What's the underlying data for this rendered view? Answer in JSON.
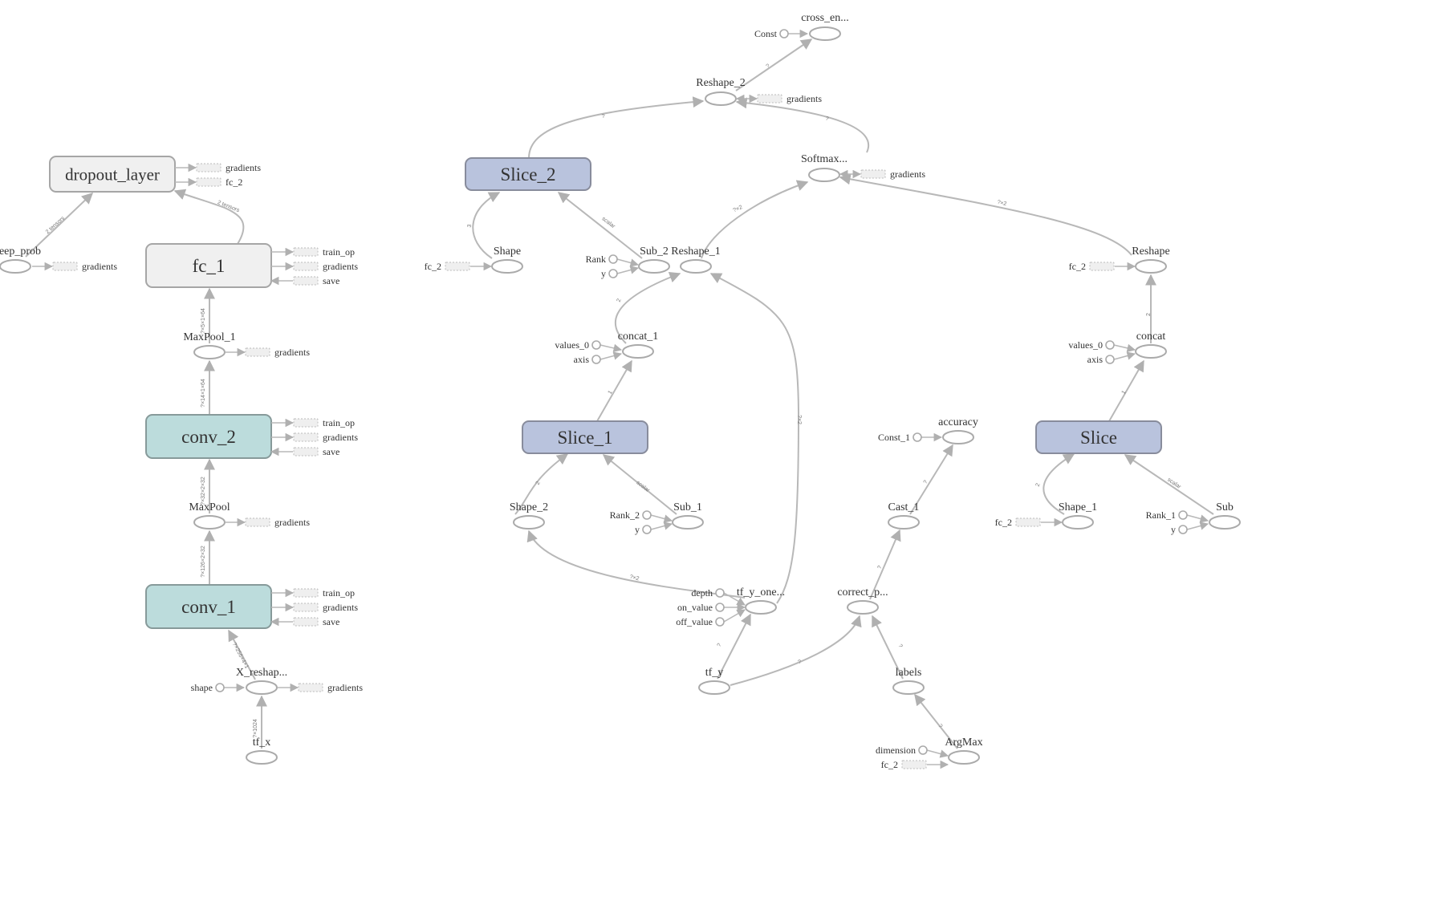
{
  "colors": {
    "edge": "#b8b8b8",
    "node_stroke": "#aaaaaa",
    "grey_fill": "#f0f0f0",
    "grey_stroke": "#a6a6a6",
    "teal_fill": "#bcdcdc",
    "teal_stroke": "#879a9a",
    "blue_fill": "#b9c3dd",
    "blue_stroke": "#888c9c",
    "stub_fill": "#efefef",
    "stub_stroke": "#bbbbbb",
    "text": "#333333"
  },
  "meta_nodes": [
    {
      "id": "dropout",
      "label": "dropout_layer",
      "style": "grey"
    },
    {
      "id": "fc1",
      "label": "fc_1",
      "style": "grey"
    },
    {
      "id": "conv2",
      "label": "conv_2",
      "style": "teal"
    },
    {
      "id": "conv1",
      "label": "conv_1",
      "style": "teal"
    },
    {
      "id": "slice2",
      "label": "Slice_2",
      "style": "blue"
    },
    {
      "id": "slice1",
      "label": "Slice_1",
      "style": "blue"
    },
    {
      "id": "slice",
      "label": "Slice",
      "style": "blue"
    }
  ],
  "op_nodes": [
    {
      "id": "keep_prob",
      "label": "eep_prob"
    },
    {
      "id": "maxpool1",
      "label": "MaxPool_1"
    },
    {
      "id": "maxpool",
      "label": "MaxPool"
    },
    {
      "id": "xreshape",
      "label": "X_reshap..."
    },
    {
      "id": "tfx",
      "label": "tf_x"
    },
    {
      "id": "crossen",
      "label": "cross_en..."
    },
    {
      "id": "reshape2",
      "label": "Reshape_2"
    },
    {
      "id": "softmax",
      "label": "Softmax..."
    },
    {
      "id": "shape",
      "label": "Shape"
    },
    {
      "id": "sub2",
      "label": "Sub_2"
    },
    {
      "id": "reshape1",
      "label": "Reshape_1"
    },
    {
      "id": "concat1",
      "label": "concat_1"
    },
    {
      "id": "shape2",
      "label": "Shape_2"
    },
    {
      "id": "sub1",
      "label": "Sub_1"
    },
    {
      "id": "tfyone",
      "label": "tf_y_one..."
    },
    {
      "id": "tfy",
      "label": "tf_y"
    },
    {
      "id": "accuracy",
      "label": "accuracy"
    },
    {
      "id": "cast1",
      "label": "Cast_1"
    },
    {
      "id": "correctp",
      "label": "correct_p..."
    },
    {
      "id": "labels",
      "label": "labels"
    },
    {
      "id": "argmax",
      "label": "ArgMax"
    },
    {
      "id": "reshape",
      "label": "Reshape"
    },
    {
      "id": "concat",
      "label": "concat"
    },
    {
      "id": "shape1",
      "label": "Shape_1"
    },
    {
      "id": "sub",
      "label": "Sub"
    }
  ],
  "const_inputs": [
    {
      "id": "c_const",
      "label": "Const"
    },
    {
      "id": "c_shape",
      "label": "shape"
    },
    {
      "id": "c_rank",
      "label": "Rank"
    },
    {
      "id": "c_y_a",
      "label": "y"
    },
    {
      "id": "c_values0_a",
      "label": "values_0"
    },
    {
      "id": "c_axis_a",
      "label": "axis"
    },
    {
      "id": "c_rank2",
      "label": "Rank_2"
    },
    {
      "id": "c_y_b",
      "label": "y"
    },
    {
      "id": "c_depth",
      "label": "depth"
    },
    {
      "id": "c_onvalue",
      "label": "on_value"
    },
    {
      "id": "c_offvalue",
      "label": "off_value"
    },
    {
      "id": "c_const1",
      "label": "Const_1"
    },
    {
      "id": "c_dimension",
      "label": "dimension"
    },
    {
      "id": "c_values0_b",
      "label": "values_0"
    },
    {
      "id": "c_axis_b",
      "label": "axis"
    },
    {
      "id": "c_rank1",
      "label": "Rank_1"
    },
    {
      "id": "c_y_c",
      "label": "y"
    }
  ],
  "stubs": [
    {
      "id": "s_dropout_grad",
      "label": "gradients"
    },
    {
      "id": "s_dropout_fc2",
      "label": "fc_2"
    },
    {
      "id": "s_keep_grad",
      "label": "gradients"
    },
    {
      "id": "s_fc1_train",
      "label": "train_op"
    },
    {
      "id": "s_fc1_grad",
      "label": "gradients"
    },
    {
      "id": "s_fc1_save",
      "label": "save"
    },
    {
      "id": "s_mp1_grad",
      "label": "gradients"
    },
    {
      "id": "s_conv2_train",
      "label": "train_op"
    },
    {
      "id": "s_conv2_grad",
      "label": "gradients"
    },
    {
      "id": "s_conv2_save",
      "label": "save"
    },
    {
      "id": "s_mp_grad",
      "label": "gradients"
    },
    {
      "id": "s_conv1_train",
      "label": "train_op"
    },
    {
      "id": "s_conv1_grad",
      "label": "gradients"
    },
    {
      "id": "s_conv1_save",
      "label": "save"
    },
    {
      "id": "s_xr_grad",
      "label": "gradients"
    },
    {
      "id": "s_r2_grad",
      "label": "gradients"
    },
    {
      "id": "s_sm_grad",
      "label": "gradients"
    },
    {
      "id": "s_shape_fc2",
      "label": "fc_2"
    },
    {
      "id": "s_reshape_fc2",
      "label": "fc_2"
    },
    {
      "id": "s_shape1_fc2",
      "label": "fc_2"
    },
    {
      "id": "s_argmax_fc2",
      "label": "fc_2"
    }
  ],
  "edge_labels": [
    {
      "id": "e_keep",
      "text": "2 tensors"
    },
    {
      "id": "e_fc1_drop",
      "text": "2 tensors"
    },
    {
      "id": "e_mp1_fc1",
      "text": "?×5×1×64"
    },
    {
      "id": "e_conv2_mp1",
      "text": "?×14×1×64"
    },
    {
      "id": "e_mp_conv2",
      "text": "?×32×2×32"
    },
    {
      "id": "e_conv1_mp",
      "text": "?×126×2×32"
    },
    {
      "id": "e_xr_conv1",
      "text": "?×256×4×1"
    },
    {
      "id": "e_tfx_xr",
      "text": "?×1024"
    },
    {
      "id": "e_r2_ce",
      "text": "?"
    },
    {
      "id": "e_s2_r2",
      "text": "?"
    },
    {
      "id": "e_sm_r2",
      "text": "?"
    },
    {
      "id": "e_r1_sm",
      "text": "?×2"
    },
    {
      "id": "e_reshape_sm",
      "text": "?×2"
    },
    {
      "id": "e_shape_s2",
      "text": "3"
    },
    {
      "id": "e_sub2_s2",
      "text": "scalar"
    },
    {
      "id": "e_c1_r1",
      "text": "2"
    },
    {
      "id": "e_s1_c1",
      "text": "1"
    },
    {
      "id": "e_sh2_s1",
      "text": "2"
    },
    {
      "id": "e_sub1_s1",
      "text": "scalar"
    },
    {
      "id": "e_tfyone_sh2",
      "text": "?×2"
    },
    {
      "id": "e_tfyone_r1",
      "text": "?×2"
    },
    {
      "id": "e_tfy_tfyone",
      "text": "?"
    },
    {
      "id": "e_tfy_cp",
      "text": "?"
    },
    {
      "id": "e_cast_acc",
      "text": "?"
    },
    {
      "id": "e_cp_cast",
      "text": "?"
    },
    {
      "id": "e_lab_cp",
      "text": "?"
    },
    {
      "id": "e_am_lab",
      "text": "?"
    },
    {
      "id": "e_concat_reshape",
      "text": "2"
    },
    {
      "id": "e_slice_concat",
      "text": "1"
    },
    {
      "id": "e_sh1_slice",
      "text": "2"
    },
    {
      "id": "e_sub_slice",
      "text": "scalar"
    }
  ]
}
